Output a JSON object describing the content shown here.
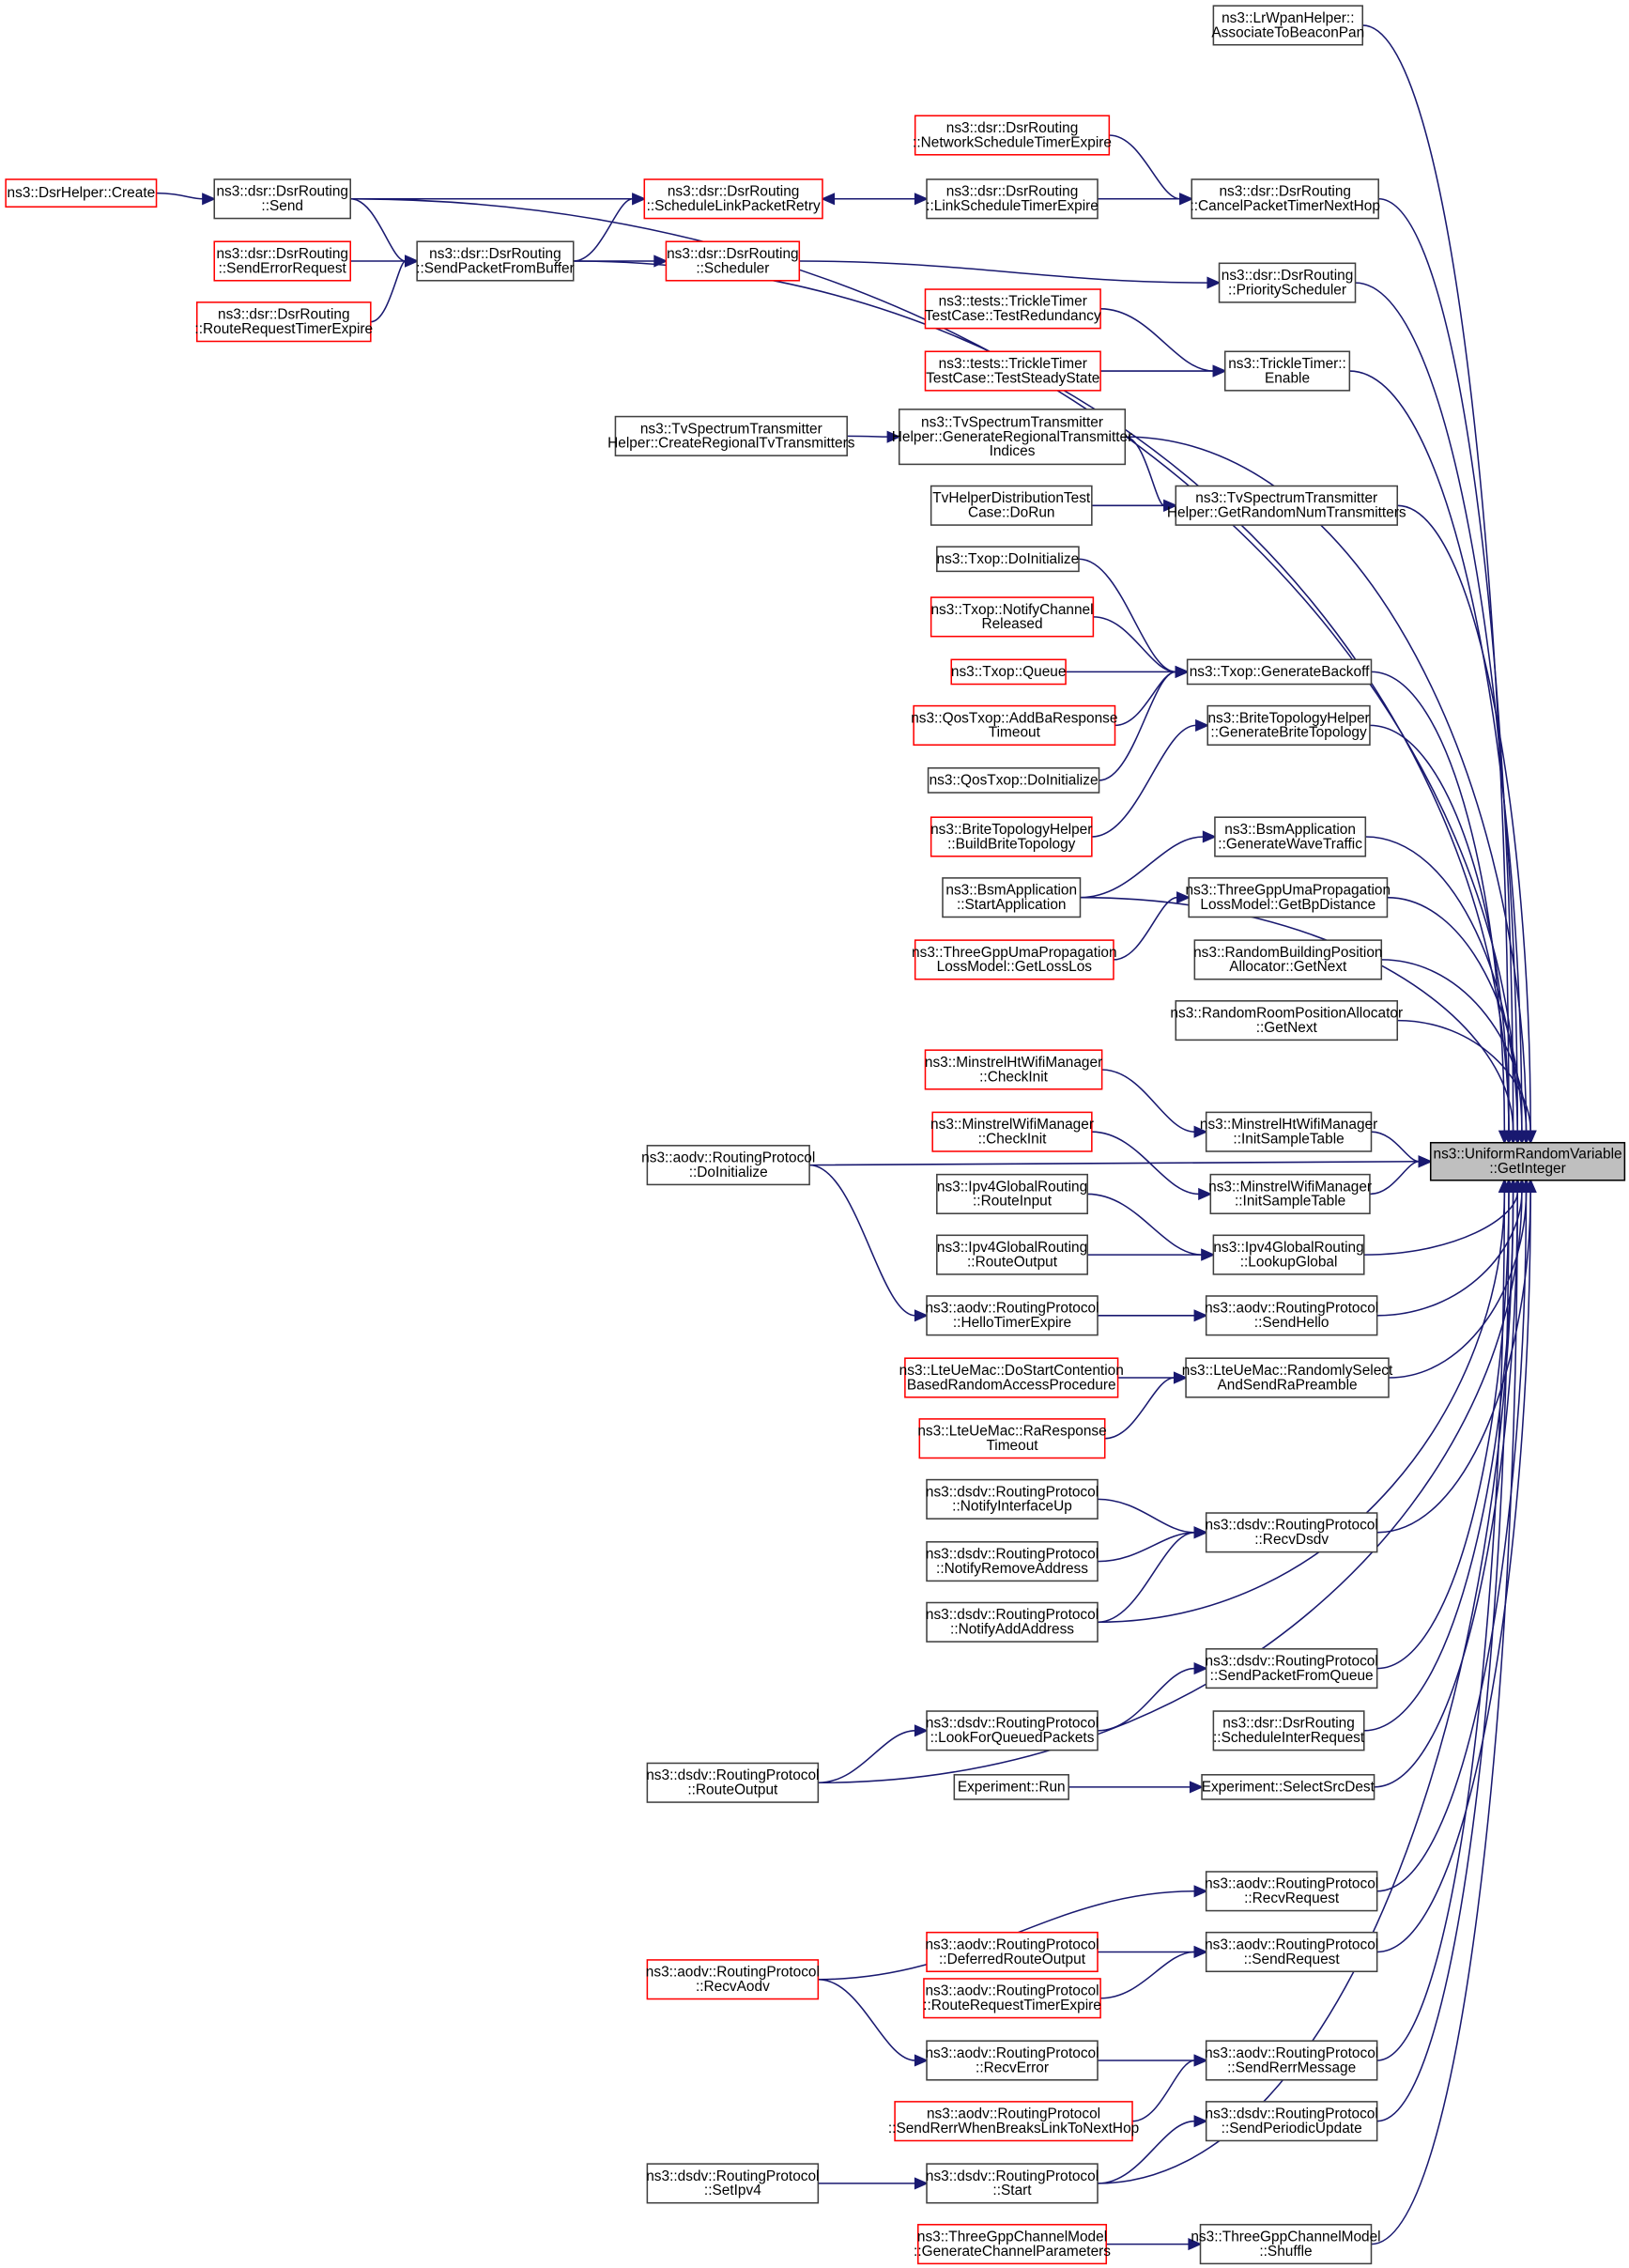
{
  "title": "Caller graph of ns3::UniformRandomVariable::GetInteger",
  "colors": {
    "edge": "#191970",
    "red_border": "#ff0000",
    "target_fill": "#bfbfbf",
    "normal_border": "#404040"
  },
  "nodes": [
    {
      "id": "target",
      "lines": [
        "ns3::UniformRandomVariable",
        "::GetInteger"
      ],
      "style": "target"
    },
    {
      "id": "lrwpan",
      "lines": [
        "ns3::LrWpanHelper::",
        "AssociateToBeaconPan"
      ],
      "style": "normal"
    },
    {
      "id": "dsrhelper",
      "lines": [
        "ns3::DsrHelper::Create"
      ],
      "style": "red"
    },
    {
      "id": "dsrsend",
      "lines": [
        "ns3::dsr::DsrRouting",
        "::Send"
      ],
      "style": "normal"
    },
    {
      "id": "schedlink",
      "lines": [
        "ns3::dsr::DsrRouting",
        "::ScheduleLinkPacketRetry"
      ],
      "style": "red"
    },
    {
      "id": "netsched",
      "lines": [
        "ns3::dsr::DsrRouting",
        "::NetworkScheduleTimerExpire"
      ],
      "style": "red"
    },
    {
      "id": "linksched",
      "lines": [
        "ns3::dsr::DsrRouting",
        "::LinkScheduleTimerExpire"
      ],
      "style": "normal"
    },
    {
      "id": "cancelpkt",
      "lines": [
        "ns3::dsr::DsrRouting",
        "::CancelPacketTimerNextHop"
      ],
      "style": "normal"
    },
    {
      "id": "senderr",
      "lines": [
        "ns3::dsr::DsrRouting",
        "::SendErrorRequest"
      ],
      "style": "red"
    },
    {
      "id": "sendbuf",
      "lines": [
        "ns3::dsr::DsrRouting",
        "::SendPacketFromBuffer"
      ],
      "style": "normal"
    },
    {
      "id": "scheduler",
      "lines": [
        "ns3::dsr::DsrRouting",
        "::Scheduler"
      ],
      "style": "red"
    },
    {
      "id": "routereqdsr",
      "lines": [
        "ns3::dsr::DsrRouting",
        "::RouteRequestTimerExpire"
      ],
      "style": "red"
    },
    {
      "id": "prisched",
      "lines": [
        "ns3::dsr::DsrRouting",
        "::PriorityScheduler"
      ],
      "style": "normal"
    },
    {
      "id": "testred",
      "lines": [
        "ns3::tests::TrickleTimer",
        "TestCase::TestRedundancy"
      ],
      "style": "red"
    },
    {
      "id": "teststeady",
      "lines": [
        "ns3::tests::TrickleTimer",
        "TestCase::TestSteadyState"
      ],
      "style": "red"
    },
    {
      "id": "trickle",
      "lines": [
        "ns3::TrickleTimer::",
        "Enable"
      ],
      "style": "normal"
    },
    {
      "id": "createtv",
      "lines": [
        "ns3::TvSpectrumTransmitter",
        "Helper::CreateRegionalTvTransmitters"
      ],
      "style": "normal"
    },
    {
      "id": "genregional",
      "lines": [
        "ns3::TvSpectrumTransmitter",
        "Helper::GenerateRegionalTransmitter",
        "Indices"
      ],
      "style": "normal"
    },
    {
      "id": "tvdorun",
      "lines": [
        "TvHelperDistributionTest",
        "Case::DoRun"
      ],
      "style": "normal"
    },
    {
      "id": "getrandnum",
      "lines": [
        "ns3::TvSpectrumTransmitter",
        "Helper::GetRandomNumTransmitters"
      ],
      "style": "normal"
    },
    {
      "id": "txopinit",
      "lines": [
        "ns3::Txop::DoInitialize"
      ],
      "style": "normal"
    },
    {
      "id": "txopnotify",
      "lines": [
        "ns3::Txop::NotifyChannel",
        "Released"
      ],
      "style": "red"
    },
    {
      "id": "txopqueue",
      "lines": [
        "ns3::Txop::Queue"
      ],
      "style": "red"
    },
    {
      "id": "genbackoff",
      "lines": [
        "ns3::Txop::GenerateBackoff"
      ],
      "style": "normal"
    },
    {
      "id": "qosaddba",
      "lines": [
        "ns3::QosTxop::AddBaResponse",
        "Timeout"
      ],
      "style": "red"
    },
    {
      "id": "qosinit",
      "lines": [
        "ns3::QosTxop::DoInitialize"
      ],
      "style": "normal"
    },
    {
      "id": "genbrite",
      "lines": [
        "ns3::BriteTopologyHelper",
        "::GenerateBriteTopology"
      ],
      "style": "normal"
    },
    {
      "id": "buildbrite",
      "lines": [
        "ns3::BriteTopologyHelper",
        "::BuildBriteTopology"
      ],
      "style": "red"
    },
    {
      "id": "genwave",
      "lines": [
        "ns3::BsmApplication",
        "::GenerateWaveTraffic"
      ],
      "style": "normal"
    },
    {
      "id": "bsmstart",
      "lines": [
        "ns3::BsmApplication",
        "::StartApplication"
      ],
      "style": "normal"
    },
    {
      "id": "getbp",
      "lines": [
        "ns3::ThreeGppUmaPropagation",
        "LossModel::GetBpDistance"
      ],
      "style": "normal"
    },
    {
      "id": "getlosslos",
      "lines": [
        "ns3::ThreeGppUmaPropagation",
        "LossModel::GetLossLos"
      ],
      "style": "red"
    },
    {
      "id": "rbpa",
      "lines": [
        "ns3::RandomBuildingPosition",
        "Allocator::GetNext"
      ],
      "style": "normal"
    },
    {
      "id": "rrpa",
      "lines": [
        "ns3::RandomRoomPositionAllocator",
        "::GetNext"
      ],
      "style": "normal"
    },
    {
      "id": "mhtcheck",
      "lines": [
        "ns3::MinstrelHtWifiManager",
        "::CheckInit"
      ],
      "style": "red"
    },
    {
      "id": "mhtinit",
      "lines": [
        "ns3::MinstrelHtWifiManager",
        "::InitSampleTable"
      ],
      "style": "normal"
    },
    {
      "id": "mcheck",
      "lines": [
        "ns3::MinstrelWifiManager",
        "::CheckInit"
      ],
      "style": "red"
    },
    {
      "id": "minit",
      "lines": [
        "ns3::MinstrelWifiManager",
        "::InitSampleTable"
      ],
      "style": "normal"
    },
    {
      "id": "aodvdoinit",
      "lines": [
        "ns3::aodv::RoutingProtocol",
        "::DoInitialize"
      ],
      "style": "normal"
    },
    {
      "id": "ipv4in",
      "lines": [
        "ns3::Ipv4GlobalRouting",
        "::RouteInput"
      ],
      "style": "normal"
    },
    {
      "id": "ipv4out",
      "lines": [
        "ns3::Ipv4GlobalRouting",
        "::RouteOutput"
      ],
      "style": "normal"
    },
    {
      "id": "lookup",
      "lines": [
        "ns3::Ipv4GlobalRouting",
        "::LookupGlobal"
      ],
      "style": "normal"
    },
    {
      "id": "hellotimer",
      "lines": [
        "ns3::aodv::RoutingProtocol",
        "::HelloTimerExpire"
      ],
      "style": "normal"
    },
    {
      "id": "sendhello",
      "lines": [
        "ns3::aodv::RoutingProtocol",
        "::SendHello"
      ],
      "style": "normal"
    },
    {
      "id": "dostart",
      "lines": [
        "ns3::LteUeMac::DoStartContention",
        "BasedRandomAccessProcedure"
      ],
      "style": "red"
    },
    {
      "id": "randsel",
      "lines": [
        "ns3::LteUeMac::RandomlySelect",
        "AndSendRaPreamble"
      ],
      "style": "normal"
    },
    {
      "id": "raresp",
      "lines": [
        "ns3::LteUeMac::RaResponse",
        "Timeout"
      ],
      "style": "red"
    },
    {
      "id": "notifyup",
      "lines": [
        "ns3::dsdv::RoutingProtocol",
        "::NotifyInterfaceUp"
      ],
      "style": "normal"
    },
    {
      "id": "recvdsdv",
      "lines": [
        "ns3::dsdv::RoutingProtocol",
        "::RecvDsdv"
      ],
      "style": "normal"
    },
    {
      "id": "notifyrem",
      "lines": [
        "ns3::dsdv::RoutingProtocol",
        "::NotifyRemoveAddress"
      ],
      "style": "normal"
    },
    {
      "id": "notifyadd",
      "lines": [
        "ns3::dsdv::RoutingProtocol",
        "::NotifyAddAddress"
      ],
      "style": "normal"
    },
    {
      "id": "sendfromq",
      "lines": [
        "ns3::dsdv::RoutingProtocol",
        "::SendPacketFromQueue"
      ],
      "style": "normal"
    },
    {
      "id": "lookforq",
      "lines": [
        "ns3::dsdv::RoutingProtocol",
        "::LookForQueuedPackets"
      ],
      "style": "normal"
    },
    {
      "id": "schedinter",
      "lines": [
        "ns3::dsr::DsrRouting",
        "::ScheduleInterRequest"
      ],
      "style": "normal"
    },
    {
      "id": "dsdvrouteout",
      "lines": [
        "ns3::dsdv::RoutingProtocol",
        "::RouteOutput"
      ],
      "style": "normal"
    },
    {
      "id": "exprun",
      "lines": [
        "Experiment::Run"
      ],
      "style": "normal"
    },
    {
      "id": "selsrc",
      "lines": [
        "Experiment::SelectSrcDest"
      ],
      "style": "normal"
    },
    {
      "id": "recvreq",
      "lines": [
        "ns3::aodv::RoutingProtocol",
        "::RecvRequest"
      ],
      "style": "normal"
    },
    {
      "id": "deferred",
      "lines": [
        "ns3::aodv::RoutingProtocol",
        "::DeferredRouteOutput"
      ],
      "style": "red"
    },
    {
      "id": "sendreq",
      "lines": [
        "ns3::aodv::RoutingProtocol",
        "::SendRequest"
      ],
      "style": "normal"
    },
    {
      "id": "recvaodv",
      "lines": [
        "ns3::aodv::RoutingProtocol",
        "::RecvAodv"
      ],
      "style": "red"
    },
    {
      "id": "aodvrrte",
      "lines": [
        "ns3::aodv::RoutingProtocol",
        "::RouteRequestTimerExpire"
      ],
      "style": "red"
    },
    {
      "id": "recverr",
      "lines": [
        "ns3::aodv::RoutingProtocol",
        "::RecvError"
      ],
      "style": "normal"
    },
    {
      "id": "sendrerr",
      "lines": [
        "ns3::aodv::RoutingProtocol",
        "::SendRerrMessage"
      ],
      "style": "normal"
    },
    {
      "id": "sendrerrwhen",
      "lines": [
        "ns3::aodv::RoutingProtocol",
        "::SendRerrWhenBreaksLinkToNextHop"
      ],
      "style": "red"
    },
    {
      "id": "sendperiodic",
      "lines": [
        "ns3::dsdv::RoutingProtocol",
        "::SendPeriodicUpdate"
      ],
      "style": "normal"
    },
    {
      "id": "setipv4",
      "lines": [
        "ns3::dsdv::RoutingProtocol",
        "::SetIpv4"
      ],
      "style": "normal"
    },
    {
      "id": "dsdvstart",
      "lines": [
        "ns3::dsdv::RoutingProtocol",
        "::Start"
      ],
      "style": "normal"
    },
    {
      "id": "genchan",
      "lines": [
        "ns3::ThreeGppChannelModel",
        "::GenerateChannelParameters"
      ],
      "style": "red"
    },
    {
      "id": "shuffle",
      "lines": [
        "ns3::ThreeGppChannelModel",
        "::Shuffle"
      ],
      "style": "normal"
    }
  ],
  "edges": [
    [
      "dsrhelper",
      "dsrsend"
    ],
    [
      "dsrsend",
      "schedlink"
    ],
    [
      "dsrsend",
      "sendbuf"
    ],
    [
      "dsrsend",
      "target"
    ],
    [
      "senderr",
      "sendbuf"
    ],
    [
      "routereqdsr",
      "sendbuf"
    ],
    [
      "sendbuf",
      "schedlink"
    ],
    [
      "sendbuf",
      "scheduler"
    ],
    [
      "sendbuf",
      "target"
    ],
    [
      "linksched",
      "schedlink"
    ],
    [
      "schedlink",
      "linksched"
    ],
    [
      "netsched",
      "cancelpkt"
    ],
    [
      "linksched",
      "cancelpkt"
    ],
    [
      "scheduler",
      "prisched"
    ],
    [
      "testred",
      "trickle"
    ],
    [
      "teststeady",
      "trickle"
    ],
    [
      "createtv",
      "genregional"
    ],
    [
      "genregional",
      "getrandnum"
    ],
    [
      "tvdorun",
      "getrandnum"
    ],
    [
      "txopinit",
      "genbackoff"
    ],
    [
      "txopnotify",
      "genbackoff"
    ],
    [
      "txopqueue",
      "genbackoff"
    ],
    [
      "qosaddba",
      "genbackoff"
    ],
    [
      "qosinit",
      "genbackoff"
    ],
    [
      "buildbrite",
      "genbrite"
    ],
    [
      "bsmstart",
      "genwave"
    ],
    [
      "getlosslos",
      "getbp"
    ],
    [
      "mhtcheck",
      "mhtinit"
    ],
    [
      "mcheck",
      "minit"
    ],
    [
      "ipv4in",
      "lookup"
    ],
    [
      "ipv4out",
      "lookup"
    ],
    [
      "aodvdoinit",
      "hellotimer"
    ],
    [
      "hellotimer",
      "sendhello"
    ],
    [
      "dostart",
      "randsel"
    ],
    [
      "raresp",
      "randsel"
    ],
    [
      "notifyup",
      "recvdsdv"
    ],
    [
      "notifyrem",
      "recvdsdv"
    ],
    [
      "notifyadd",
      "recvdsdv"
    ],
    [
      "lookforq",
      "sendfromq"
    ],
    [
      "dsdvrouteout",
      "lookforq"
    ],
    [
      "exprun",
      "selsrc"
    ],
    [
      "recvaodv",
      "recvreq"
    ],
    [
      "deferred",
      "sendreq"
    ],
    [
      "aodvrrte",
      "sendreq"
    ],
    [
      "recvaodv",
      "recverr"
    ],
    [
      "recverr",
      "sendrerr"
    ],
    [
      "sendrerrwhen",
      "sendrerr"
    ],
    [
      "setipv4",
      "dsdvstart"
    ],
    [
      "dsdvstart",
      "sendperiodic"
    ],
    [
      "genchan",
      "shuffle"
    ],
    [
      "lrwpan",
      "target"
    ],
    [
      "cancelpkt",
      "target"
    ],
    [
      "prisched",
      "target"
    ],
    [
      "trickle",
      "target"
    ],
    [
      "genregional",
      "target"
    ],
    [
      "getrandnum",
      "target"
    ],
    [
      "genbackoff",
      "target"
    ],
    [
      "genbrite",
      "target"
    ],
    [
      "bsmstart",
      "target"
    ],
    [
      "genwave",
      "target"
    ],
    [
      "getbp",
      "target"
    ],
    [
      "rbpa",
      "target"
    ],
    [
      "rrpa",
      "target"
    ],
    [
      "aodvdoinit",
      "target"
    ],
    [
      "mhtinit",
      "target"
    ],
    [
      "minit",
      "target"
    ],
    [
      "lookup",
      "target"
    ],
    [
      "sendhello",
      "target"
    ],
    [
      "randsel",
      "target"
    ],
    [
      "recvdsdv",
      "target"
    ],
    [
      "notifyadd",
      "target"
    ],
    [
      "sendfromq",
      "target"
    ],
    [
      "schedinter",
      "target"
    ],
    [
      "selsrc",
      "target"
    ],
    [
      "dsdvrouteout",
      "target"
    ],
    [
      "recvreq",
      "target"
    ],
    [
      "sendreq",
      "target"
    ],
    [
      "sendrerr",
      "target"
    ],
    [
      "sendperiodic",
      "target"
    ],
    [
      "dsdvstart",
      "target"
    ],
    [
      "shuffle",
      "target"
    ]
  ]
}
